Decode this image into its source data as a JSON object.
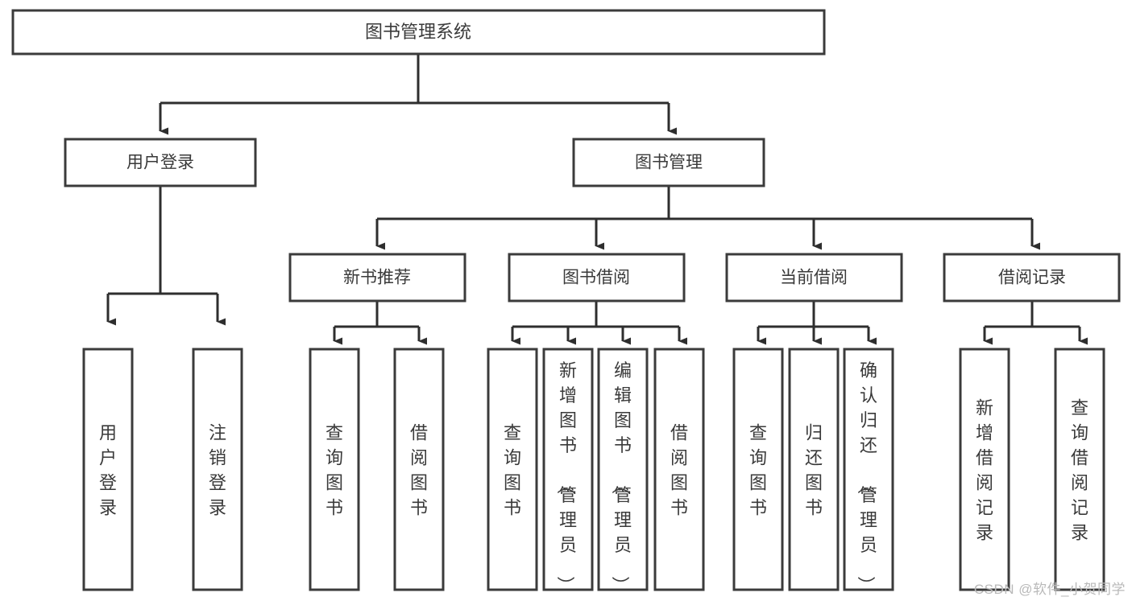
{
  "diagram": {
    "title": "图书管理系统",
    "type": "tree",
    "orientation": "top-down",
    "watermark": "CSDN @软件_小贺同学",
    "colors": {
      "background": "#ffffff",
      "box_fill": "#ffffff",
      "box_stroke": "#3b3b3b",
      "connector": "#2e2e2e",
      "text": "#3a3a3a",
      "watermark": "#b9b9b9"
    },
    "levels": {
      "level1": [
        "用户登录",
        "图书管理"
      ],
      "level2": [
        "新书推荐",
        "图书借阅",
        "当前借阅",
        "借阅记录"
      ]
    }
  },
  "nodes": {
    "root": {
      "label": "图书管理系统"
    },
    "user_login": {
      "label": "用户登录"
    },
    "book_manage": {
      "label": "图书管理"
    },
    "new_book_rec": {
      "label": "新书推荐"
    },
    "book_borrow": {
      "label": "图书借阅"
    },
    "current_borrow": {
      "label": "当前借阅"
    },
    "borrow_record": {
      "label": "借阅记录"
    }
  },
  "leaves": {
    "user_login": [
      {
        "label": "用户登录"
      },
      {
        "label": "注销登录"
      }
    ],
    "new_book_rec": [
      {
        "label": "查询图书"
      },
      {
        "label": "借阅图书"
      }
    ],
    "book_borrow": [
      {
        "label": "查询图书"
      },
      {
        "label": "新增图书（管理员）"
      },
      {
        "label": "编辑图书（管理员）"
      },
      {
        "label": "借阅图书"
      }
    ],
    "current_borrow": [
      {
        "label": "查询图书"
      },
      {
        "label": "归还图书"
      },
      {
        "label": "确认归还（管理员）"
      }
    ],
    "borrow_record": [
      {
        "label": "新增借阅记录"
      },
      {
        "label": "查询借阅记录"
      }
    ]
  }
}
